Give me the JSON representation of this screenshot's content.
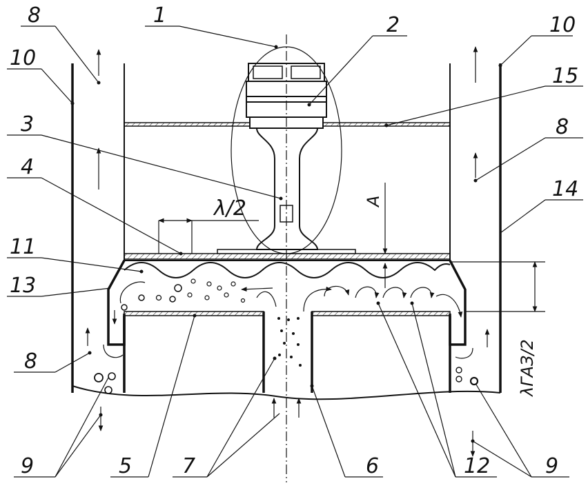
{
  "labels": {
    "l1": "1",
    "l2": "2",
    "l3": "3",
    "l4": "4",
    "l5": "5",
    "l6": "6",
    "l7": "7",
    "l8a": "8",
    "l8b": "8",
    "l8c": "8",
    "l9a": "9",
    "l9b": "9",
    "l10a": "10",
    "l10b": "10",
    "l11": "11",
    "l12": "12",
    "l13": "13",
    "l14": "14",
    "l15": "15"
  },
  "dimensions": {
    "half_wavelength": "λ/2",
    "amplitude": "A",
    "gas_half_wavelength": "λГАЗ/2"
  }
}
